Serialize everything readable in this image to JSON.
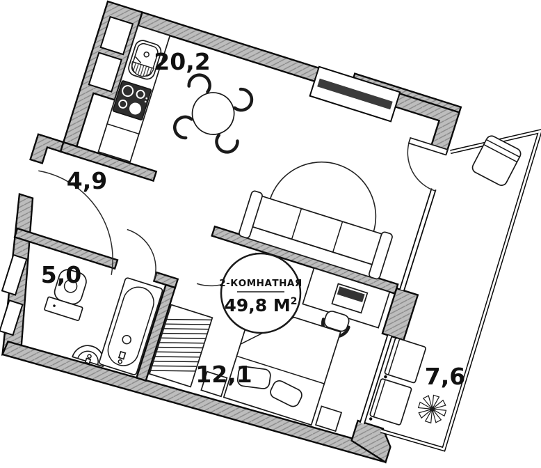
{
  "plan": {
    "badge": {
      "type_label": "2-КОМНАТНАЯ",
      "area_value": "49,8 М",
      "area_sup": "2"
    },
    "rooms": [
      {
        "name": "kitchen-living",
        "area": "20,2"
      },
      {
        "name": "hallway",
        "area": "4,9"
      },
      {
        "name": "bathroom",
        "area": "5,0"
      },
      {
        "name": "bedroom",
        "area": "12,1"
      },
      {
        "name": "balcony",
        "area": "7,6"
      }
    ],
    "colors": {
      "wall_fill": "#bdbdbd",
      "wall_hatch": "#8a8a8a",
      "outline": "#0b0b0b",
      "window_sill": "#3b3b3b",
      "stove": "#2e2e2e",
      "label": "#111111"
    }
  }
}
